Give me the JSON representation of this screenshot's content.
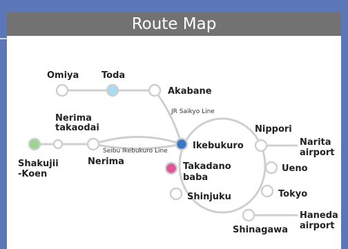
{
  "header": {
    "title": "Route Map"
  },
  "colors": {
    "frame": "#5b77b8",
    "title_bar": "#727272",
    "track": "#cfcfcf",
    "ikebukuro": "#3b78c4",
    "takadanobaba": "#e0559a",
    "toda": "#a9dcf2",
    "shakujii": "#9fd391"
  },
  "lines": {
    "saikyo": "JR Saikyo Line",
    "seibu": "Seibu Ikebukuro Line"
  },
  "stations": {
    "omiya": "Omiya",
    "toda": "Toda",
    "akabane": "Akabane",
    "nerima_takaodai_1": "Nerima",
    "nerima_takaodai_2": "takaodai",
    "shakujii_1": "Shakujii",
    "shakujii_2": "-Koen",
    "nerima": "Nerima",
    "ikebukuro": "Ikebukuro",
    "takadanobaba_1": "Takadano",
    "takadanobaba_2": "baba",
    "shinjuku": "Shinjuku",
    "nippori": "Nippori",
    "ueno": "Ueno",
    "tokyo": "Tokyo",
    "shinagawa": "Shinagawa"
  },
  "airports": {
    "narita_1": "Narita",
    "narita_2": "airport",
    "haneda_1": "Haneda",
    "haneda_2": "airport"
  }
}
